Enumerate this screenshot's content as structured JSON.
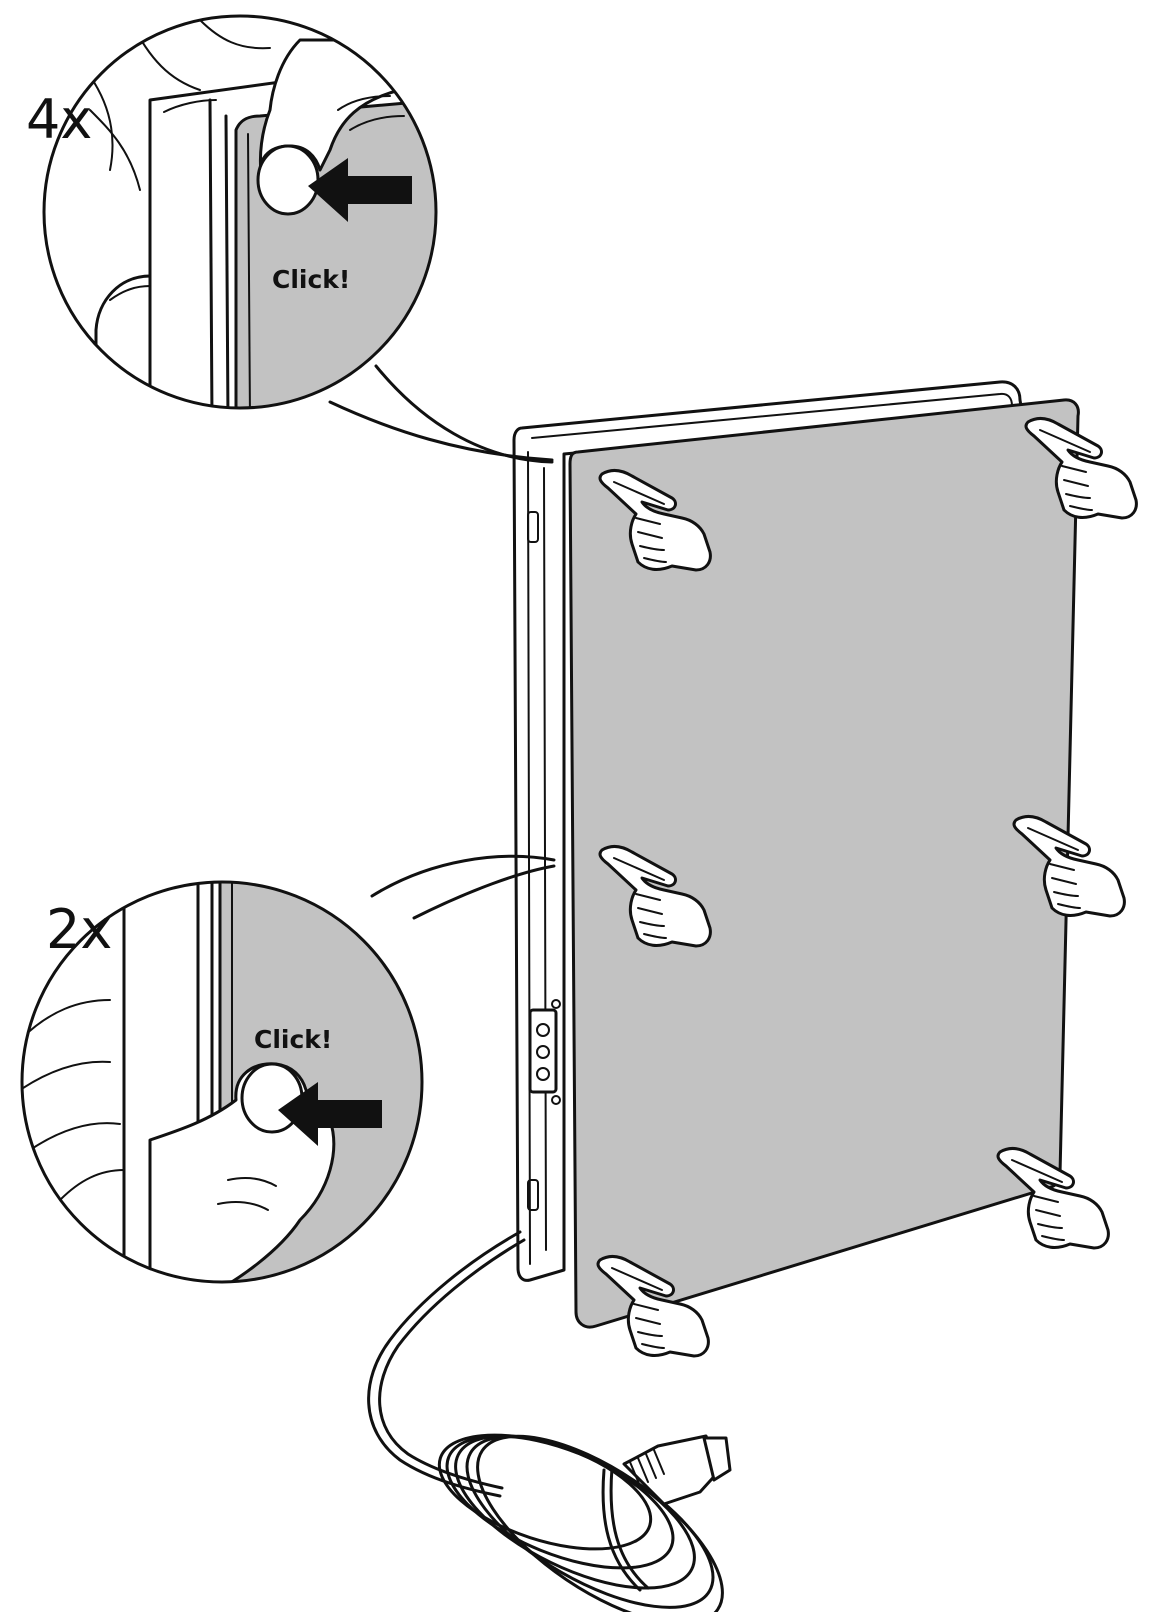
{
  "callouts": [
    {
      "count": "4x",
      "sound": "Click!"
    },
    {
      "count": "2x",
      "sound": "Click!"
    }
  ],
  "colors": {
    "panel": "#c2c2c2",
    "ink": "#111111",
    "background": "#ffffff"
  },
  "icons": [
    "pointing-hand-icon",
    "push-arrow-icon",
    "thumb-icon",
    "power-plug-icon"
  ]
}
